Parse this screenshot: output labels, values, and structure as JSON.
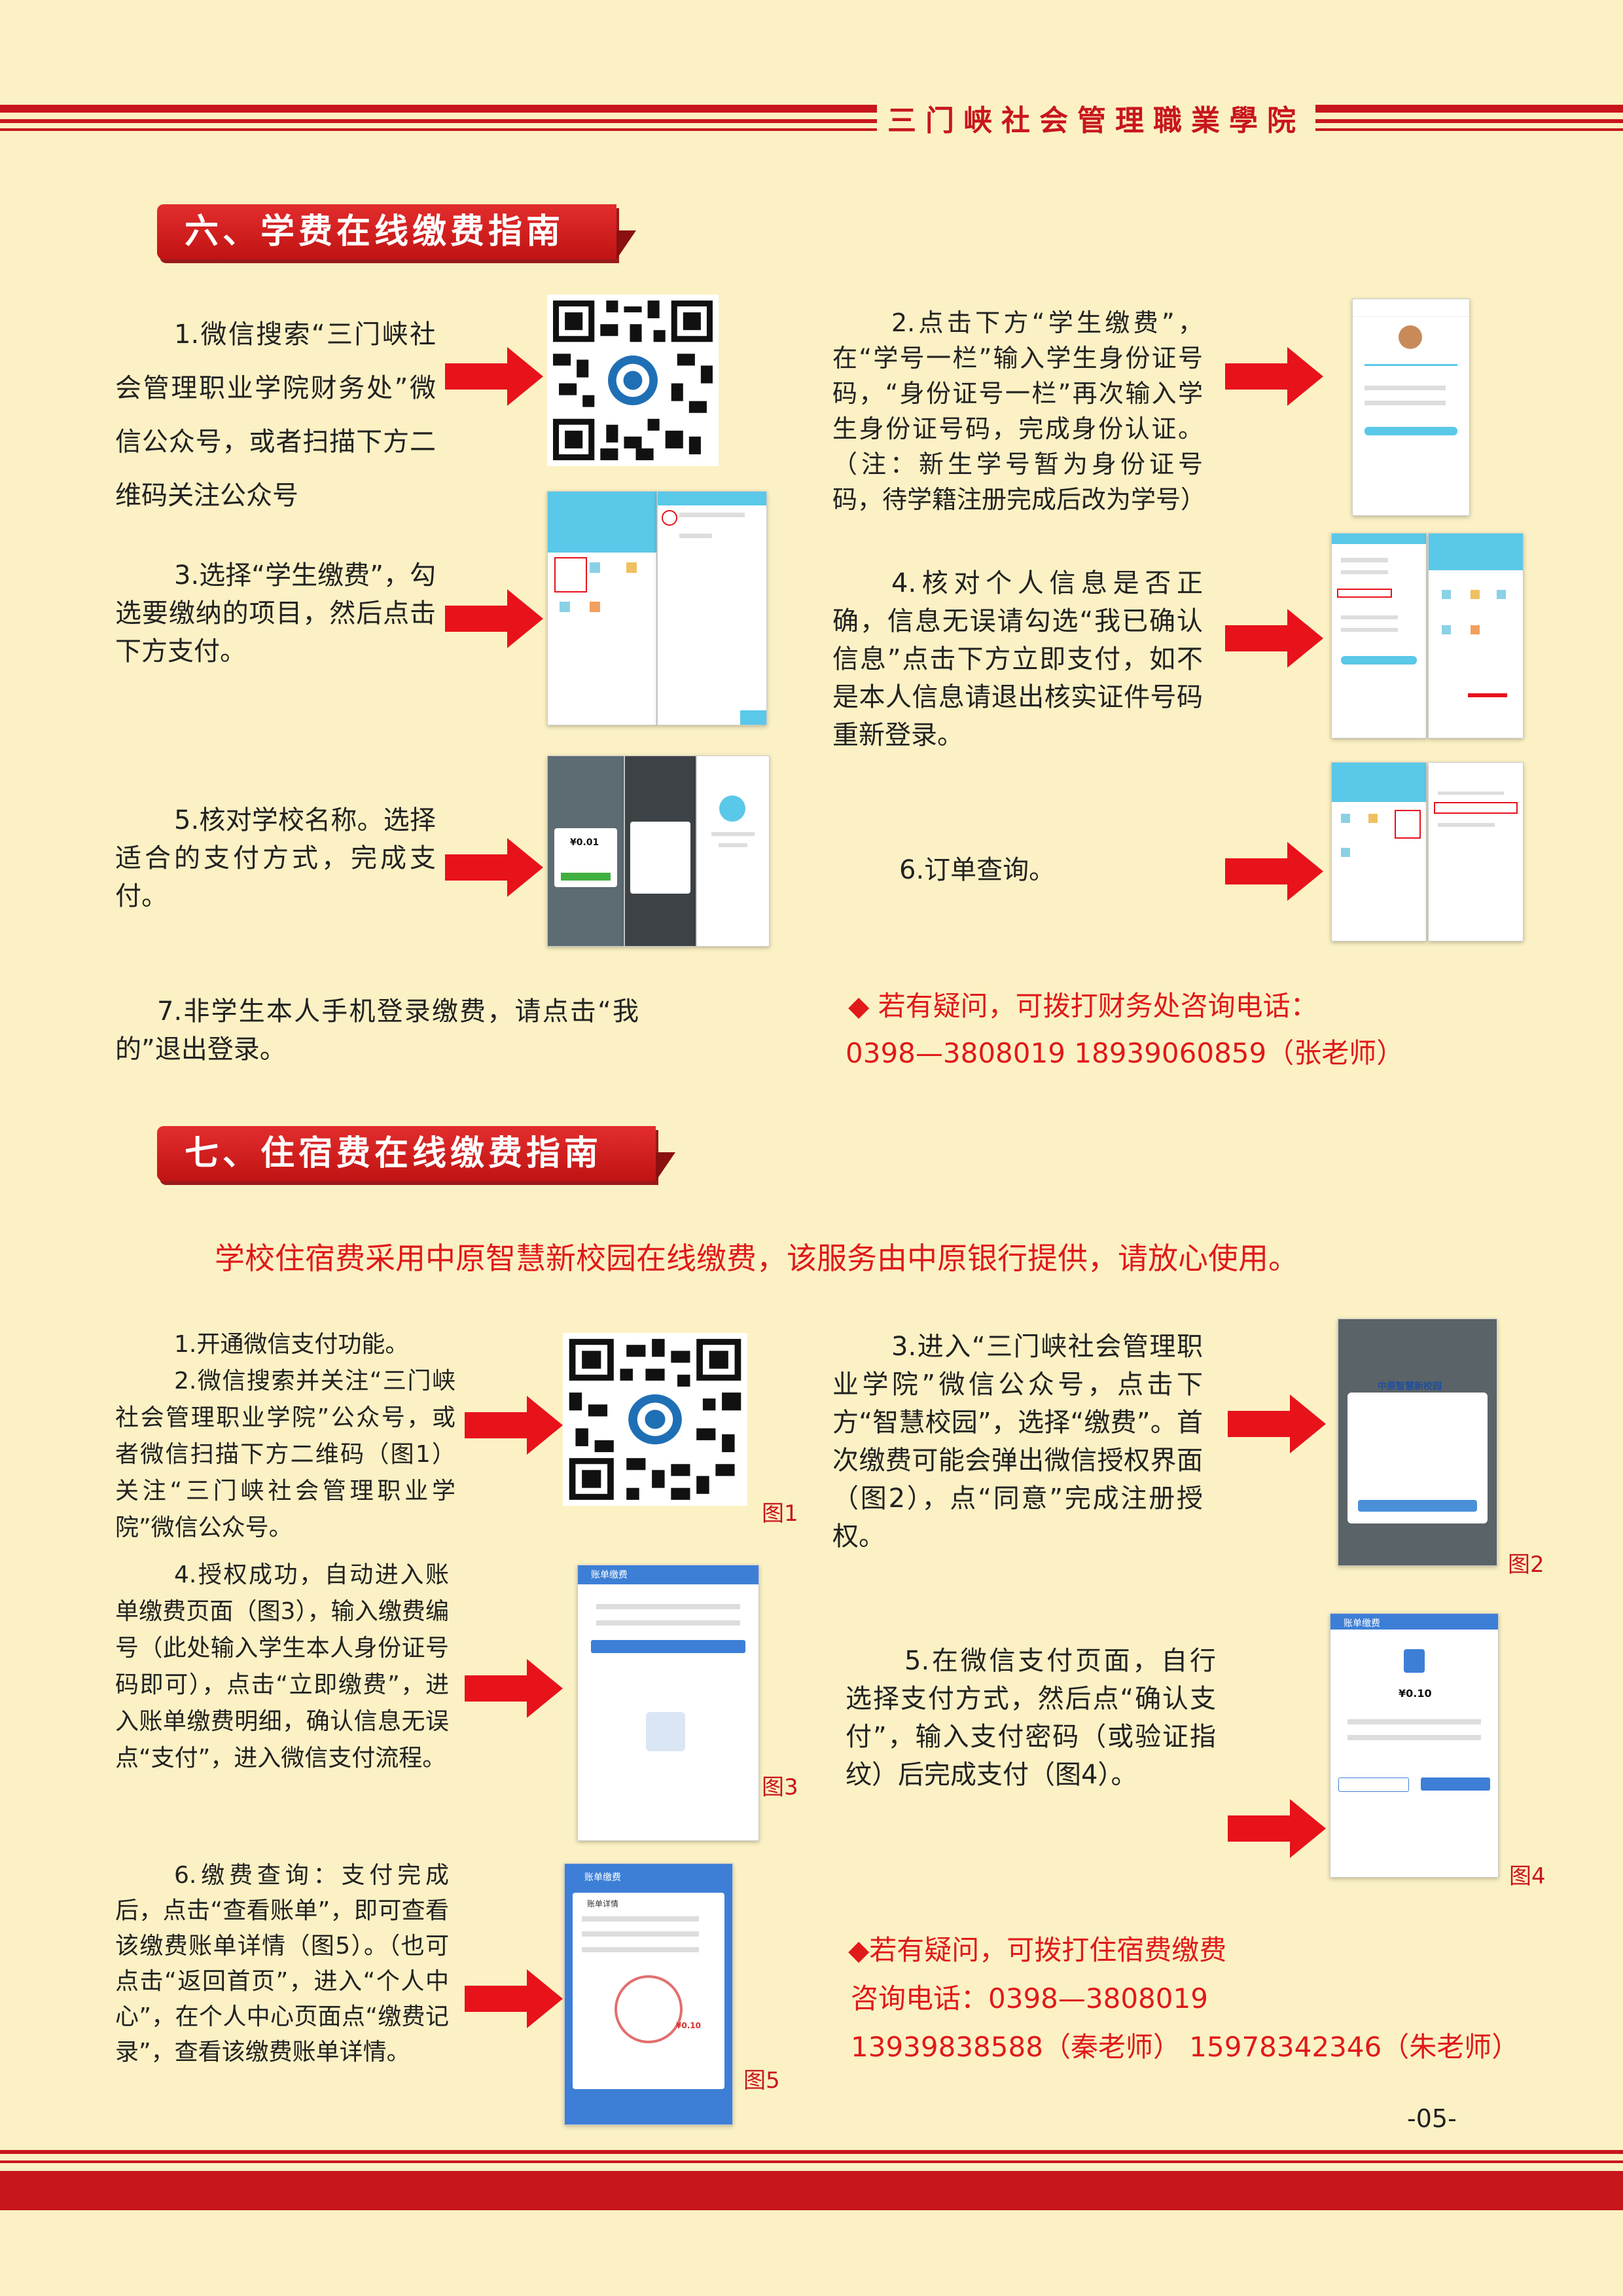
{
  "header": {
    "school": "三门峡社会管理職業學院"
  },
  "section6": {
    "title": "六、学费在线缴费指南",
    "step1": "1.微信搜索“三门峡社会管理职业学院财务处”微信公众号，或者扫描下方二维码关注公众号",
    "step2": "2.点击下方“学生缴费”，在“学号一栏”输入学生身份证号码，“身份证号一栏”再次输入学生身份证号码，完成身份认证。（注：新生学号暂为身份证号码，待学籍注册完成后改为学号）",
    "step3": "3.选择“学生缴费”，勾选要缴纳的项目，然后点击下方支付。",
    "step4": "4.核对个人信息是否正确，信息无误请勾选“我已确认信息”点击下方立即支付，如不是本人信息请退出核实证件号码重新登录。",
    "step5": "5.核对学校名称。选择适合的支付方式，完成支付。",
    "step6": "6.订单查询。",
    "step7": "7.非学生本人手机登录缴费，请点击“我的”退出登录。",
    "contact_line1": "◆ 若有疑问，可拨打财务处咨询电话：",
    "contact_line2": "0398—3808019   18939060859（张老师）",
    "amount": "¥0.01"
  },
  "section7": {
    "title": "七、住宿费在线缴费指南",
    "notice": "学校住宿费采用中原智慧新校园在线缴费，该服务由中原银行提供，请放心使用。",
    "step1": "1.开通微信支付功能。",
    "step2": "2.微信搜索并关注“三门峡社会管理职业学院”公众号，或者微信扫描下方二维码（图1）关注“三门峡社会管理职业学院”微信公众号。",
    "step3": "3.进入“三门峡社会管理职业学院”微信公众号，点击下方“智慧校园”，选择“缴费”。首次缴费可能会弹出微信授权界面（图2），点“同意”完成注册授权。",
    "step4": "4.授权成功，自动进入账单缴费页面（图3），输入缴费编号（此处输入学生本人身份证号码即可），点击“立即缴费”，进入账单缴费明细，确认信息无误点“支付”，进入微信支付流程。",
    "step5": "5.在微信支付页面，自行选择支付方式，然后点“确认支付”，输入支付密码（或验证指纹）后完成支付（图4）。",
    "step6": "6.缴费查询：支付完成后，点击“查看账单”，即可查看该缴费账单详情（图5）。（也可点击“返回首页”，进入“个人中心”，在个人中心页面点“缴费记录”，查看该缴费账单详情。",
    "fig1": "图1",
    "fig2": "图2",
    "fig3": "图3",
    "fig4": "图4",
    "fig5": "图5",
    "contact_line1": "◆若有疑问，可拨打住宿费缴费",
    "contact_line2": "咨询电话：0398—3808019",
    "contact_line3": "13939838588（秦老师）  15978342346（朱老师）",
    "screen_title_bill": "账单缴费",
    "screen_title_detail": "账单详情",
    "screen_brand": "中原智慧新校园",
    "screen_amount": "¥0.10"
  },
  "footer": {
    "page": "-05-"
  }
}
